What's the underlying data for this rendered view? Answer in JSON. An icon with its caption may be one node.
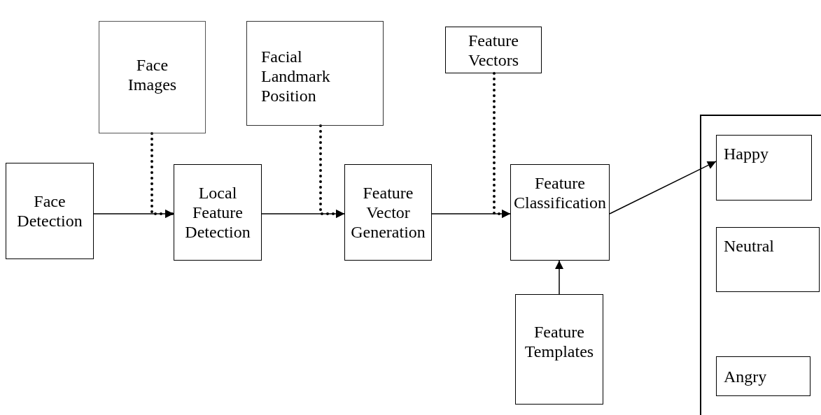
{
  "diagram": {
    "nodes": [
      {
        "text": [
          "Face Images"
        ]
      },
      {
        "text": [
          "Facial Landmark Position"
        ]
      },
      {
        "text": [
          "Feature Vectors"
        ]
      },
      {
        "text": [
          "Face Detection"
        ]
      },
      {
        "text": [
          "Local Feature Detection"
        ]
      },
      {
        "text": [
          "Feature Vector Generation"
        ]
      },
      {
        "text": [
          "Feature Classification"
        ]
      },
      {
        "text": [],
        "shape": "box"
      },
      {
        "text": [
          "Happy"
        ],
        "in": 7
      },
      {
        "text": [
          "Neutral"
        ],
        "in": 7
      },
      {
        "text": [
          "Feature Templates"
        ]
      },
      {
        "text": [
          "Angry"
        ],
        "in": 7
      }
    ],
    "edges": [
      {
        "from": 3,
        "to": 4,
        "arrow": "to"
      },
      {
        "from": 0,
        "to": 4,
        "arrow": "to",
        "style": "dashed"
      },
      {
        "from": 4,
        "to": 5,
        "arrow": "to"
      },
      {
        "from": 1,
        "to": 5,
        "arrow": "to",
        "style": "dashed"
      },
      {
        "from": 5,
        "to": 6,
        "arrow": "to"
      },
      {
        "from": 2,
        "to": 6,
        "arrow": "to",
        "style": "dashed"
      },
      {
        "from": 6,
        "to": 8,
        "arrow": "to"
      },
      {
        "from": 10,
        "to": 6,
        "arrow": "to"
      }
    ]
  }
}
